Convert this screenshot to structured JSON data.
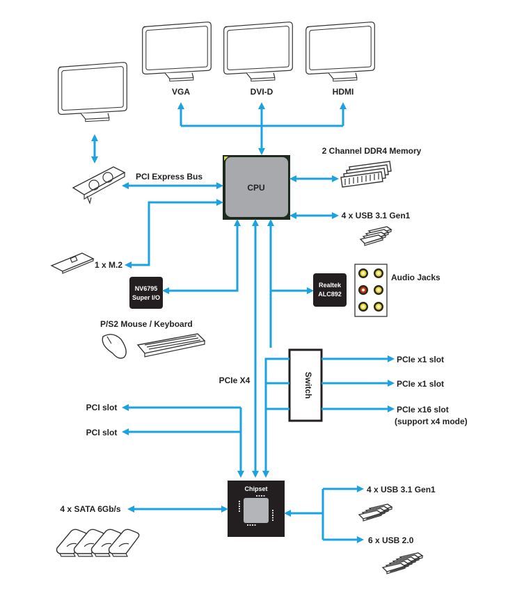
{
  "title": "Block Diagram",
  "colors": {
    "connector": "#1aa3e0",
    "cpu_fill": "#a8a9ad",
    "cpu_border": "#1d2a1d",
    "chip_dark": "#231f20",
    "audio_jack_red": "#d42a1b",
    "audio_jack_yellow": "#e8d840"
  },
  "displays": {
    "outputs": [
      "VGA",
      "DVI-D",
      "HDMI"
    ],
    "discrete_monitor": "monitor-icon"
  },
  "cpu": {
    "label": "CPU"
  },
  "memory": {
    "label": "2 Channel DDR4 Memory",
    "icon": "memory-module-icon"
  },
  "cpu_usb": {
    "label": "4 x USB 3.1 Gen1",
    "icon": "usb-stick-icon"
  },
  "pci_express": {
    "label": "PCI Express Bus",
    "icon": "graphics-card-icon"
  },
  "m2": {
    "label": "1 x M.2",
    "icon": "m2-card-icon"
  },
  "super_io": {
    "line1": "NV6795",
    "line2": "Super I/O"
  },
  "ps2": {
    "label": "P/S2 Mouse / Keyboard"
  },
  "audio_codec": {
    "line1": "Realtek",
    "line2": "ALC892"
  },
  "audio_jacks": {
    "label": "Audio Jacks",
    "jack_count": 6,
    "red_jack_index": 2
  },
  "pcie_x4": {
    "label": "PCIe X4"
  },
  "switch": {
    "label": "Switch"
  },
  "pcie_slots": [
    {
      "label": "PCIe x1 slot"
    },
    {
      "label": "PCIe x1 slot"
    },
    {
      "label": "PCIe x16 slot",
      "note": "(support x4 mode)"
    }
  ],
  "pci_slots": [
    {
      "label": "PCI slot"
    },
    {
      "label": "PCI slot"
    }
  ],
  "chipset": {
    "label": "Chipset"
  },
  "sata": {
    "label": "4 x SATA 6Gb/s",
    "drive_count": 4
  },
  "chipset_usb": [
    {
      "label": "4 x USB 3.1 Gen1",
      "stick_count": 4
    },
    {
      "label": "6 x USB 2.0",
      "stick_count": 6
    }
  ]
}
